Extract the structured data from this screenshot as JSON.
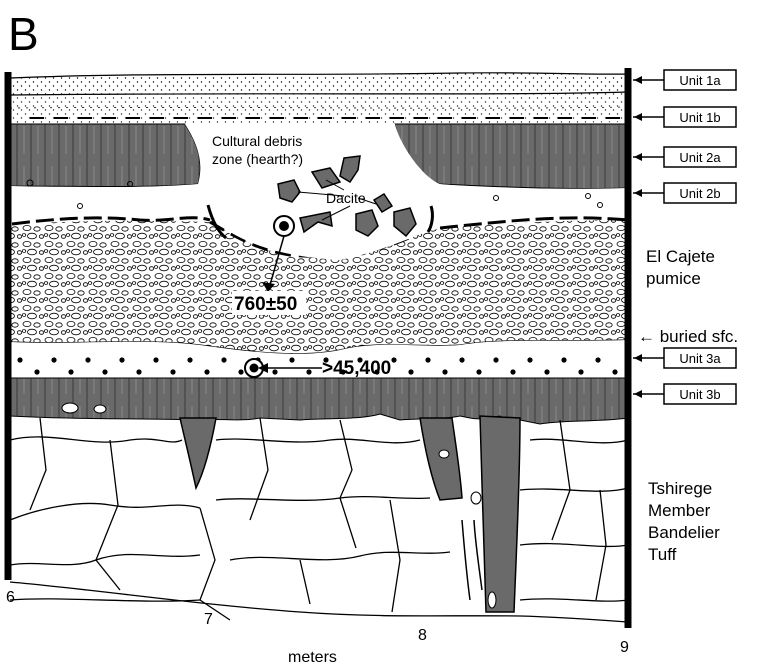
{
  "panel_label": "B",
  "unit_labels": [
    "Unit 1a",
    "Unit 1b",
    "Unit 2a",
    "Unit 2b",
    "Unit 3a",
    "Unit 3b"
  ],
  "side_labels": {
    "pumice_line1": "El Cajete",
    "pumice_line2": "pumice",
    "buried_surface": "← buried sfc.",
    "tuff_line1": "Tshirege",
    "tuff_line2": "Member",
    "tuff_line3": "Bandelier",
    "tuff_line4": "Tuff"
  },
  "annotations": {
    "cultural_line1": "Cultural debris",
    "cultural_line2": "zone (hearth?)",
    "dacite": "Dacite",
    "date_upper": "760±50",
    "date_lower": ">45,400"
  },
  "axis": {
    "title": "meters",
    "ticks": [
      "6",
      "7",
      "8",
      "9"
    ]
  },
  "colors": {
    "soil_dark": "#6a6a6a",
    "ink": "#000000",
    "pumice_fill": "#ffffff"
  }
}
